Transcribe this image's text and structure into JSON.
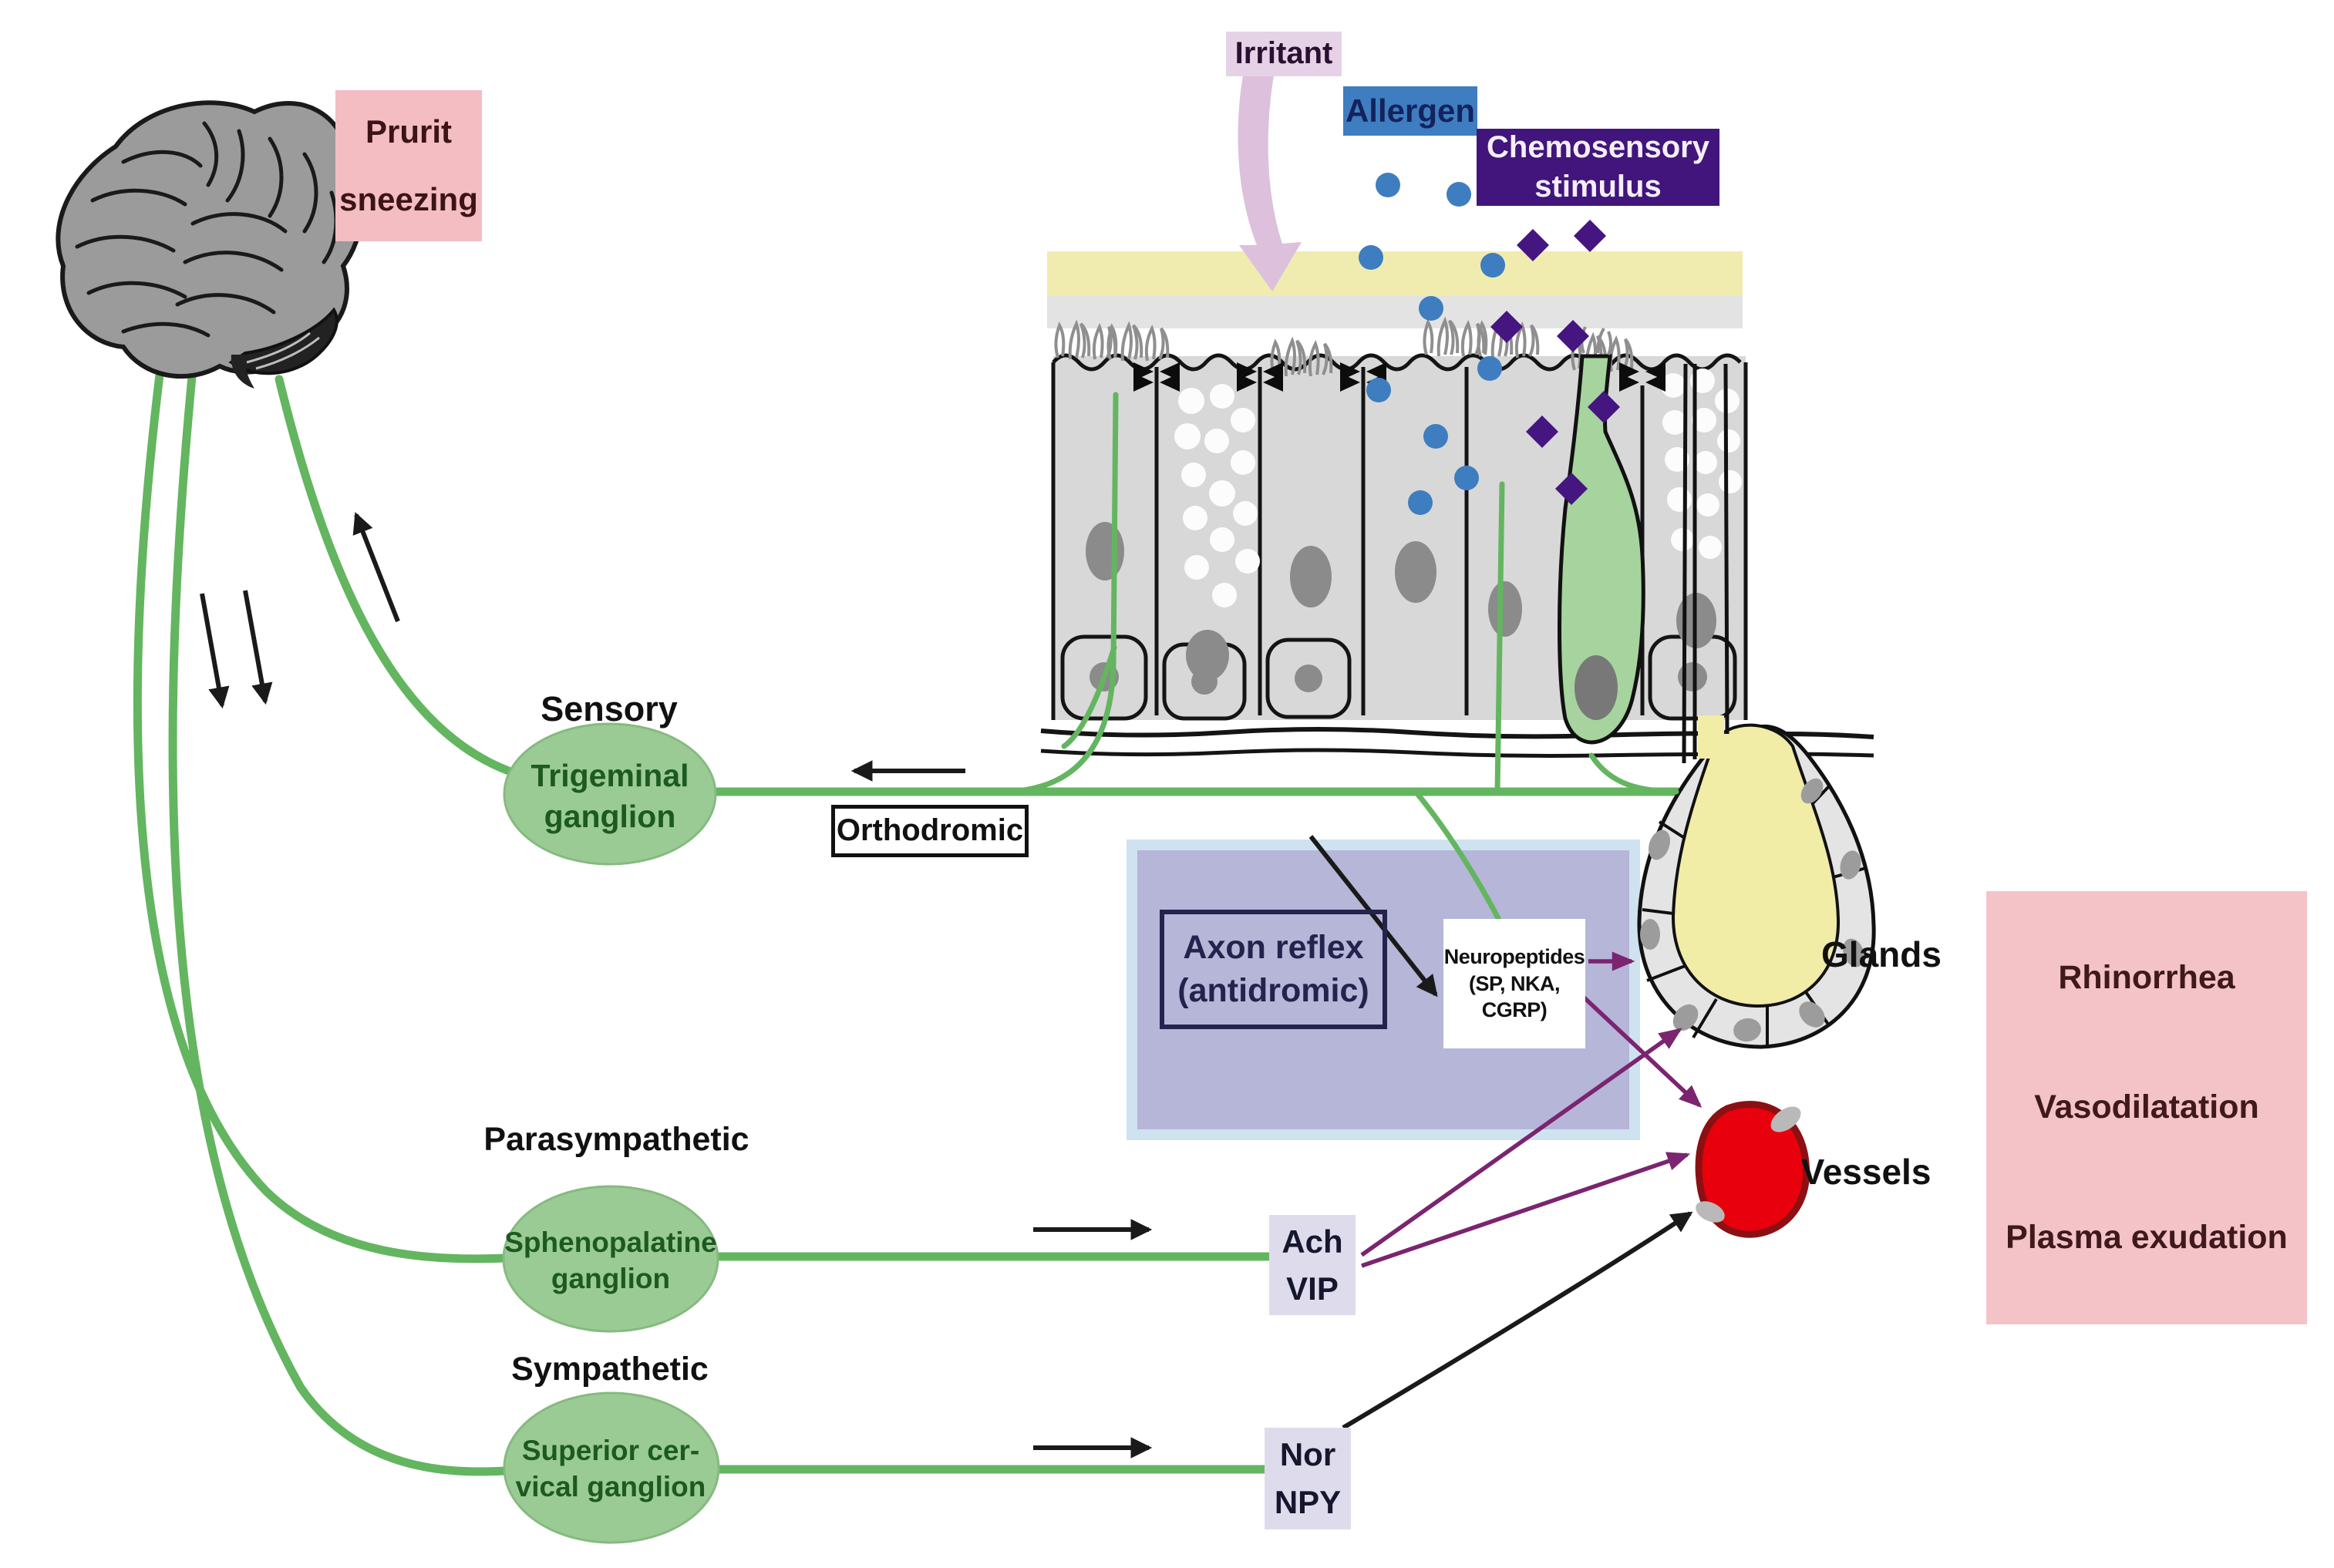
{
  "diagram": {
    "brain_outcome": {
      "line1": "Prurit",
      "line2": "sneezing"
    },
    "stimuli": {
      "irritant": "Irritant",
      "allergen": "Allergen",
      "chemosensory_line1": "Chemosensory",
      "chemosensory_line2": "stimulus"
    },
    "sensory_pathway": {
      "label": "Sensory",
      "ganglion_line1": "Trigeminal",
      "ganglion_line2": "ganglion",
      "afferent_label": "Orthodromic",
      "axon_reflex_line1": "Axon reflex",
      "axon_reflex_line2": "(antidromic)",
      "neuropeptides_line1": "Neuropeptides",
      "neuropeptides_line2": "(SP, NKA,",
      "neuropeptides_line3": "CGRP)"
    },
    "parasympathetic_pathway": {
      "label": "Parasympathetic",
      "ganglion_line1": "Sphenopalatine",
      "ganglion_line2": "ganglion",
      "mediators_line1": "Ach",
      "mediators_line2": "VIP"
    },
    "sympathetic_pathway": {
      "label": "Sympathetic",
      "ganglion_line1": "Superior cer-",
      "ganglion_line2": "vical ganglion",
      "mediators_line1": "Nor",
      "mediators_line2": "NPY"
    },
    "targets": {
      "glands": "Glands",
      "vessels": "Vessels"
    },
    "effects": {
      "line1": "Rhinorrhea",
      "line2": "Vasodilatation",
      "line3": "Plasma exudation"
    },
    "colors": {
      "pathway_green": "#64b560",
      "ganglion_fill": "#9bcb94",
      "purple_arrow": "#7b2470",
      "vessel_red": "#e8000d",
      "gland_yellow": "#f1eca6",
      "panel_lavender": "#b6b6d8",
      "outcome_pink": "#f4c3c7",
      "allergen_blue": "#3e7dc0",
      "chemosensory_purple": "#41157b"
    }
  }
}
